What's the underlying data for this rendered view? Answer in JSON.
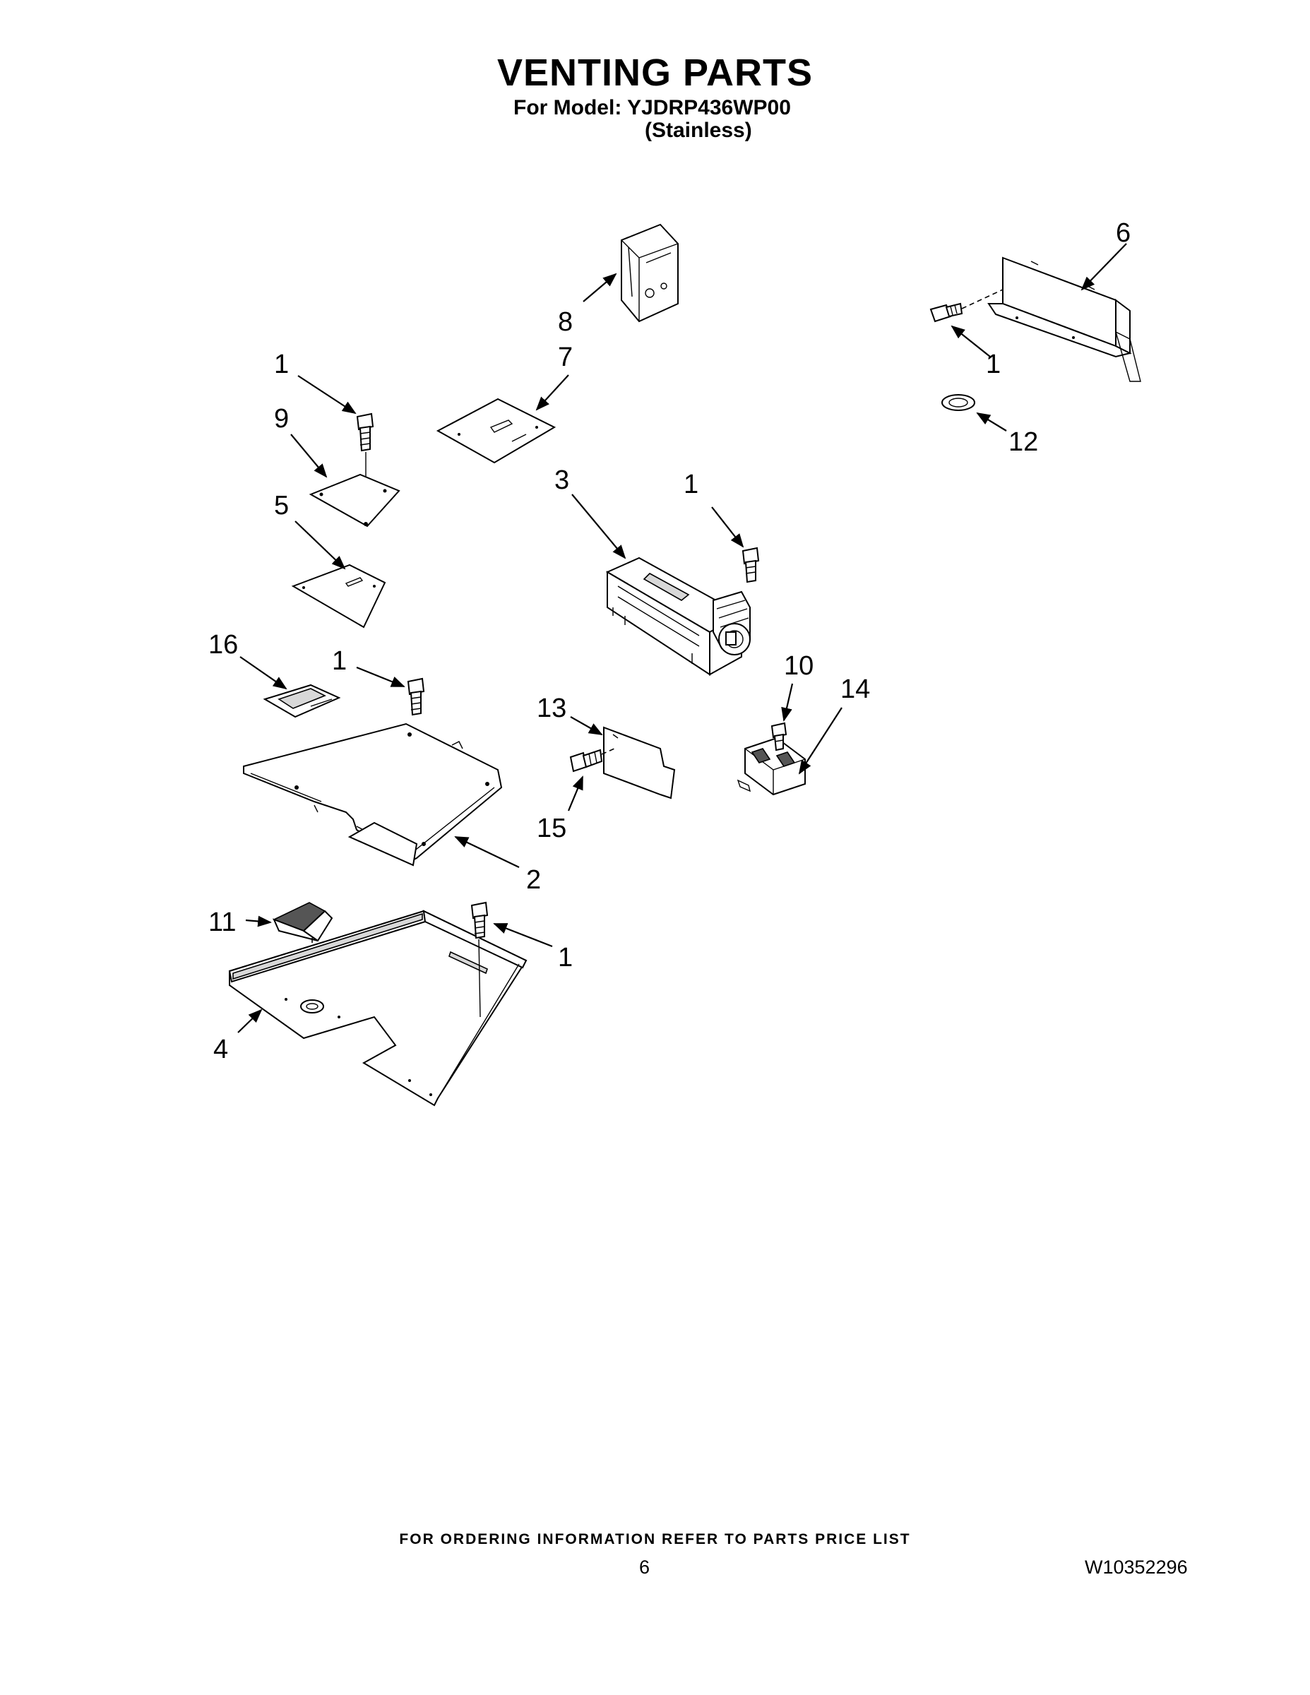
{
  "header": {
    "title": "VENTING PARTS",
    "model_line": "For Model: YJDRP436WP00",
    "finish_line": "(Stainless)"
  },
  "callouts": {
    "c6": "6",
    "c8": "8",
    "c7": "7",
    "c1_top_left": "1",
    "c1_top_right": "1",
    "c12": "12",
    "c9": "9",
    "c3": "3",
    "c1_motor": "1",
    "c5": "5",
    "c16": "16",
    "c1_plate": "1",
    "c10": "10",
    "c14": "14",
    "c13": "13",
    "c15": "15",
    "c2": "2",
    "c11": "11",
    "c1_bottom": "1",
    "c4": "4"
  },
  "footer": {
    "note": "FOR ORDERING INFORMATION REFER TO PARTS PRICE LIST",
    "page_number": "6",
    "doc_number": "W10352296"
  }
}
